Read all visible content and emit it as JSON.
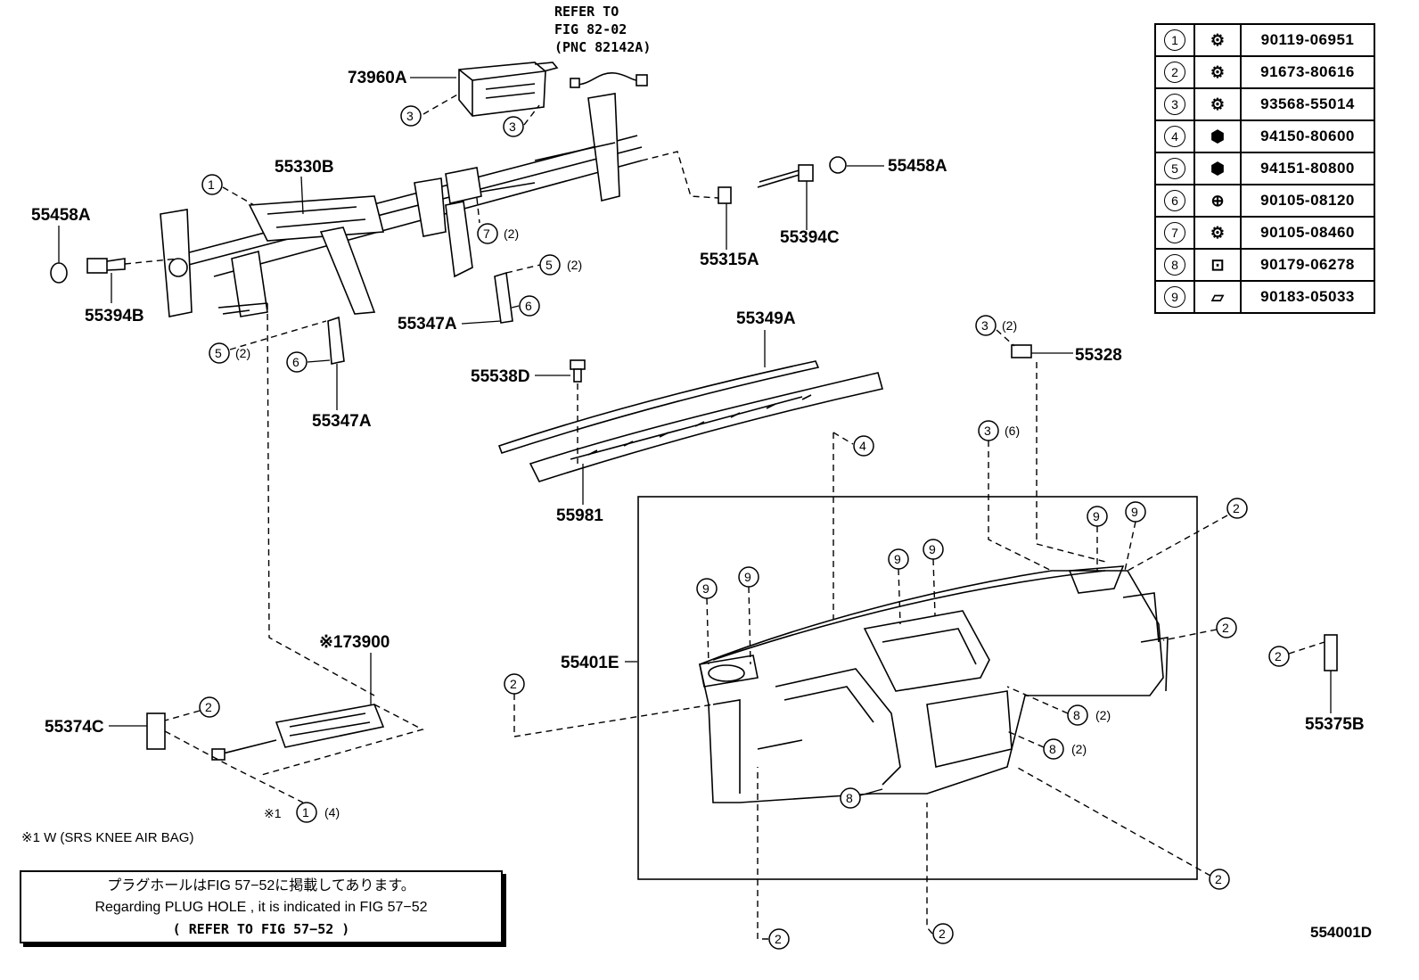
{
  "refer_note": {
    "line1": "REFER TO",
    "line2": "FIG 82-02",
    "line3": "(PNC 82142A)"
  },
  "part_labels": {
    "p73960A": "73960A",
    "p55330B": "55330B",
    "p55458A_left": "55458A",
    "p55394B": "55394B",
    "p55458A_right": "55458A",
    "p55394C": "55394C",
    "p55315A": "55315A",
    "p55347A_1": "55347A",
    "p55347A_2": "55347A",
    "p55349A": "55349A",
    "p55538D": "55538D",
    "p55981": "55981",
    "p55328": "55328",
    "p55401E": "55401E",
    "p173900": "※173900",
    "p55374C": "55374C",
    "p55375B": "55375B"
  },
  "callouts": {
    "c1": "1",
    "c2": "2",
    "c3": "3",
    "c4": "4",
    "c5": "5",
    "c6": "6",
    "c7": "7",
    "c8": "8",
    "c9": "9",
    "q2": "(2)",
    "q4": "(4)",
    "q6": "(6)",
    "mark1": "※1"
  },
  "legend": [
    {
      "num": "1",
      "icon": "bolt-flange-icon",
      "part": "90119-06951"
    },
    {
      "num": "2",
      "icon": "screw-icon",
      "part": "91673-80616"
    },
    {
      "num": "3",
      "icon": "nut-flange-icon",
      "part": "93568-55014"
    },
    {
      "num": "4",
      "icon": "nut-icon",
      "part": "94150-80600"
    },
    {
      "num": "5",
      "icon": "nut-icon",
      "part": "94151-80800"
    },
    {
      "num": "6",
      "icon": "bolt-icon",
      "part": "90105-08120"
    },
    {
      "num": "7",
      "icon": "bolt-washer-icon",
      "part": "90105-08460"
    },
    {
      "num": "8",
      "icon": "clip-icon",
      "part": "90179-06278"
    },
    {
      "num": "9",
      "icon": "clip-flat-icon",
      "part": "90183-05033"
    }
  ],
  "footnote": "※1 W (SRS KNEE AIR BAG)",
  "note": {
    "jp": "プラグホールはFIG 57−52に掲載してあります。",
    "en": "Regarding  PLUG HOLE , it is indicated in FIG 57−52",
    "ref": "(  REFER TO FIG 57−52  )"
  },
  "figure_code": "554001D"
}
